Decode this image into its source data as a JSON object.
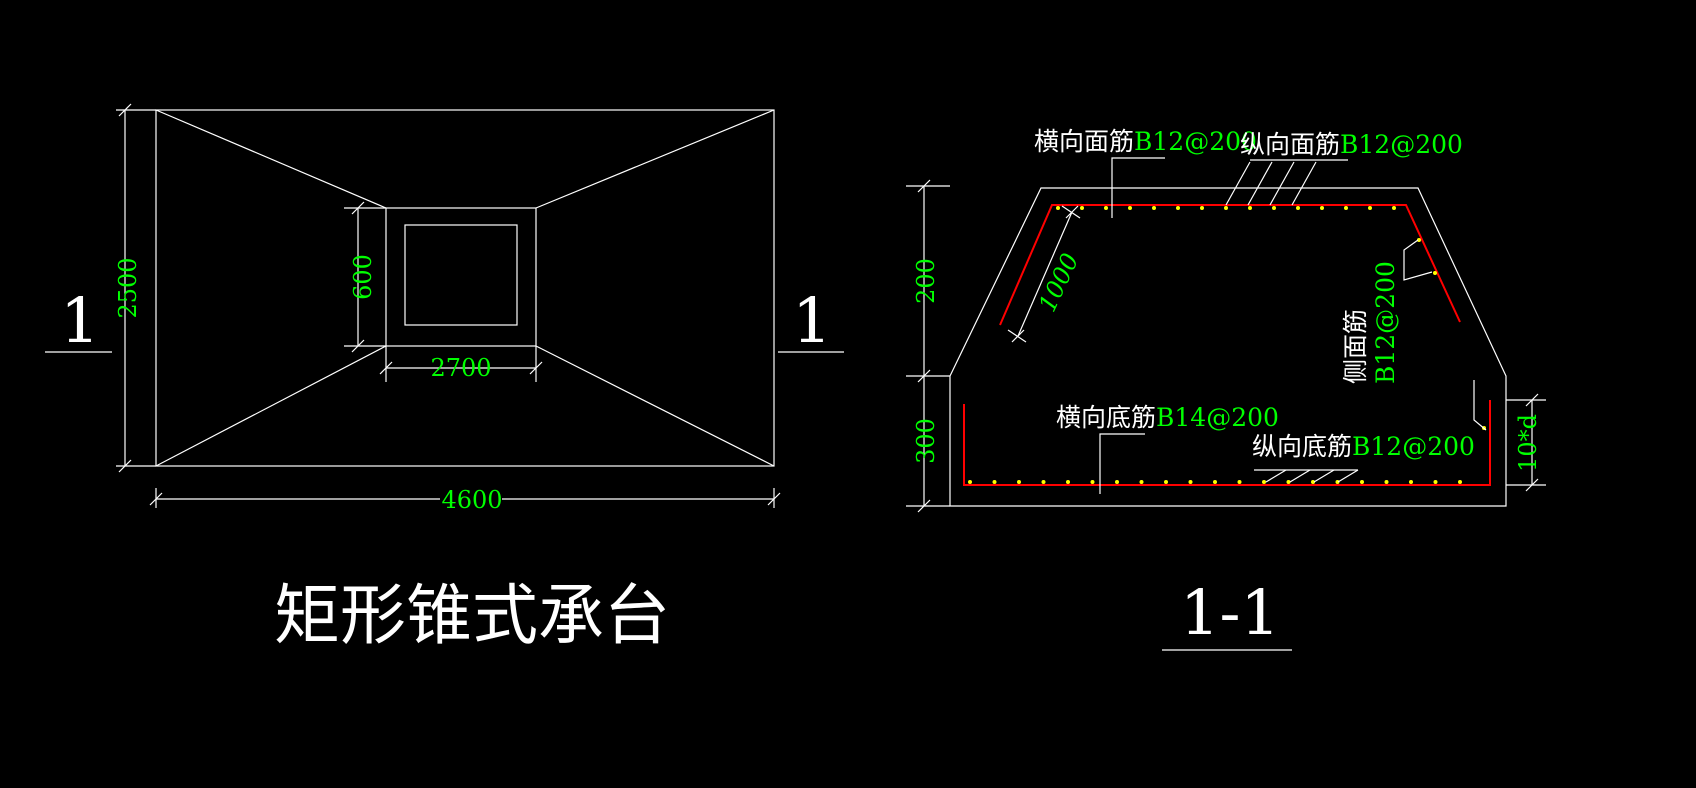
{
  "plan": {
    "title": "矩形锥式承台",
    "section_mark_left": "1",
    "section_mark_right": "1",
    "dim_height": "2500",
    "dim_width": "4600",
    "dim_column_height": "600",
    "dim_column_width": "2700"
  },
  "section": {
    "title": "1-1",
    "dim_top_height": "200",
    "dim_bottom_height": "300",
    "dim_slope": "1000",
    "dim_hook": "10*d",
    "labels": {
      "top_transverse_text": "横向面筋",
      "top_transverse_spec": "B12@200",
      "top_longitudinal_text": "纵向面筋",
      "top_longitudinal_spec": "B12@200",
      "side_text": "侧面筋",
      "side_spec": "B12@200",
      "bottom_transverse_text": "横向底筋",
      "bottom_transverse_spec": "B14@200",
      "bottom_longitudinal_text": "纵向底筋",
      "bottom_longitudinal_spec": "B12@200"
    }
  },
  "colors": {
    "background": "#000000",
    "outline": "#ffffff",
    "dimension": "#00ff00",
    "rebar": "#ff0000",
    "rebar_dot": "#ffff00"
  }
}
